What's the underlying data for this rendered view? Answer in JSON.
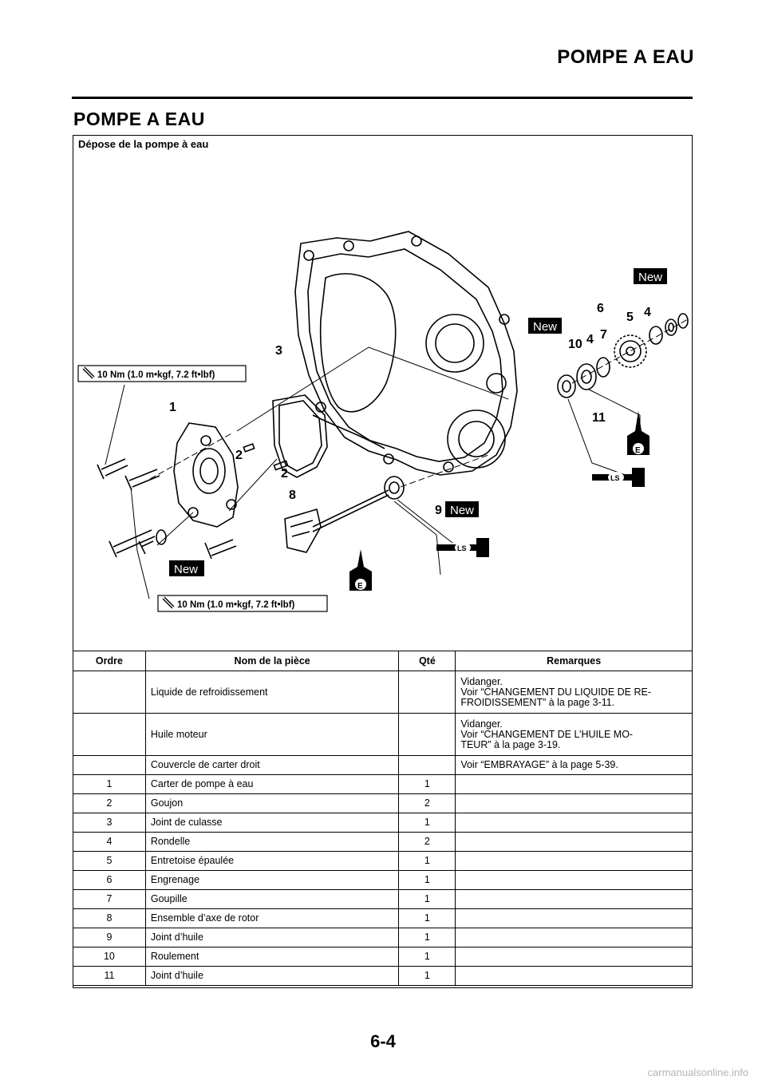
{
  "header": {
    "title": "POMPE A EAU"
  },
  "section": {
    "title": "POMPE A EAU",
    "subtitle": "Dépose de la pompe à eau"
  },
  "diagram": {
    "torque_top": "10 Nm (1.0 m•kgf, 7.2 ft•lbf)",
    "torque_bottom": "10 Nm (1.0 m•kgf, 7.2 ft•lbf)",
    "new_badge": "New",
    "lube_engine": "E",
    "lube_lithium": "LS",
    "callouts": {
      "c1": "1",
      "c2a": "2",
      "c2b": "2",
      "c3": "3",
      "c4a": "4",
      "c4b": "4",
      "c5": "5",
      "c6": "6",
      "c7": "7",
      "c8": "8",
      "c9": "9",
      "c10": "10",
      "c11": "11"
    }
  },
  "table": {
    "headers": {
      "order": "Ordre",
      "name": "Nom de la pièce",
      "qty": "Qté",
      "remarks": "Remarques"
    },
    "rows": [
      {
        "order": "",
        "name": "Liquide de refroidissement",
        "qty": "",
        "remarks": "Vidanger.\nVoir “CHANGEMENT DU LIQUIDE DE RE-\nFROIDISSEMENT” à la page 3-11."
      },
      {
        "order": "",
        "name": "Huile moteur",
        "qty": "",
        "remarks": "Vidanger.\nVoir “CHANGEMENT DE L’HUILE MO-\nTEUR” à la page 3-19."
      },
      {
        "order": "",
        "name": "Couvercle de carter droit",
        "qty": "",
        "remarks": "Voir “EMBRAYAGE” à la page 5-39."
      },
      {
        "order": "1",
        "name": "Carter de pompe à eau",
        "qty": "1",
        "remarks": ""
      },
      {
        "order": "2",
        "name": "Goujon",
        "qty": "2",
        "remarks": ""
      },
      {
        "order": "3",
        "name": "Joint de culasse",
        "qty": "1",
        "remarks": ""
      },
      {
        "order": "4",
        "name": "Rondelle",
        "qty": "2",
        "remarks": ""
      },
      {
        "order": "5",
        "name": "Entretoise épaulée",
        "qty": "1",
        "remarks": ""
      },
      {
        "order": "6",
        "name": "Engrenage",
        "qty": "1",
        "remarks": ""
      },
      {
        "order": "7",
        "name": "Goupille",
        "qty": "1",
        "remarks": ""
      },
      {
        "order": "8",
        "name": "Ensemble d’axe de rotor",
        "qty": "1",
        "remarks": ""
      },
      {
        "order": "9",
        "name": "Joint d’huile",
        "qty": "1",
        "remarks": ""
      },
      {
        "order": "10",
        "name": "Roulement",
        "qty": "1",
        "remarks": ""
      },
      {
        "order": "11",
        "name": "Joint d’huile",
        "qty": "1",
        "remarks": ""
      }
    ]
  },
  "footer": {
    "page_number": "6-4",
    "watermark": "carmanualsonline.info"
  }
}
